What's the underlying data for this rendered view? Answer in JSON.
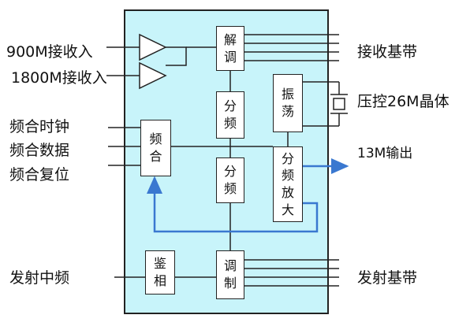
{
  "left_labels": {
    "rx900": "900M接收入",
    "rx1800": "1800M接收入",
    "syn_clock": "频合时钟",
    "syn_data": "频合数据",
    "syn_reset": "频合复位",
    "tx_if": "发射中频"
  },
  "right_labels": {
    "rx_baseband": "接收基带",
    "vctcxo": "压控26M晶体",
    "out13m": "13M输出",
    "tx_baseband": "发射基带"
  },
  "blocks": {
    "demod": "解调",
    "div1": "分频",
    "div2": "分频",
    "osc": "振荡",
    "synth": "频合",
    "divamp": "分频放大",
    "phase": "鉴相",
    "mod": "调制"
  },
  "colors": {
    "chip_fill": "#c8f4fa",
    "arrow_blue": "#3a78d0",
    "line": "#222222"
  }
}
